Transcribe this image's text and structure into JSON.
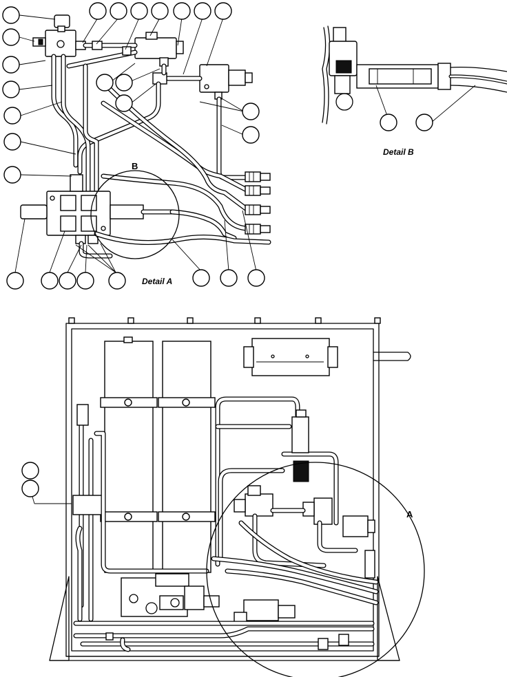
{
  "labels": {
    "detail_a": "Detail A",
    "detail_b": "Detail B",
    "callout_a": "A",
    "callout_b": "B"
  },
  "colors": {
    "line": "#000000",
    "background": "#ffffff"
  }
}
